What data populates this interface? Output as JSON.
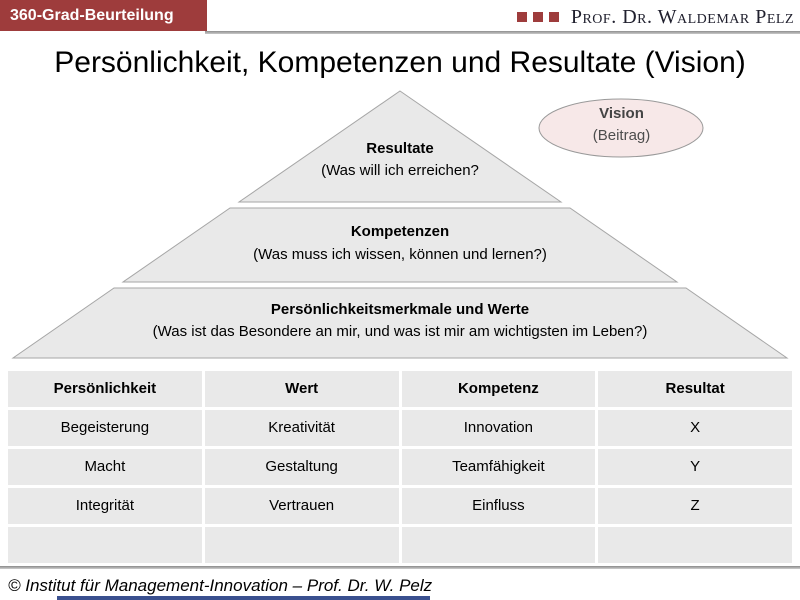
{
  "header": {
    "badge": "360-Grad-Beurteilung",
    "author": "Prof. Dr. Waldemar Pelz"
  },
  "title": "Persönlichkeit, Kompetenzen und Resultate (Vision)",
  "vision": {
    "title": "Vision",
    "subtitle": "(Beitrag)"
  },
  "pyramid": {
    "levels": [
      {
        "label": "Resultate",
        "question": "(Was will ich erreichen?"
      },
      {
        "label": "Kompetenzen",
        "question": "(Was muss ich wissen, können und lernen?)"
      },
      {
        "label": "Persönlichkeitsmerkmale und Werte",
        "question": "(Was ist das Besondere an mir, und was ist mir am wichtigsten im Leben?)"
      }
    ]
  },
  "table": {
    "headers": [
      "Persönlichkeit",
      "Wert",
      "Kompetenz",
      "Resultat"
    ],
    "rows": [
      [
        "Begeisterung",
        "Kreativität",
        "Innovation",
        "X"
      ],
      [
        "Macht",
        "Gestaltung",
        "Teamfähigkeit",
        "Y"
      ],
      [
        "Integrität",
        "Vertrauen",
        "Einfluss",
        "Z"
      ],
      [
        "",
        "",
        "",
        ""
      ]
    ]
  },
  "footer": "© Institut für Management-Innovation – Prof. Dr. W. Pelz",
  "colors": {
    "accent_red": "#9e3c3c",
    "pyramid_fill": "#e9e9e9",
    "pyramid_stroke": "#a6a6a6",
    "vision_fill": "#f7e8e8",
    "table_cell": "#e9e9e9",
    "bottom_bar": "#3a508f"
  }
}
